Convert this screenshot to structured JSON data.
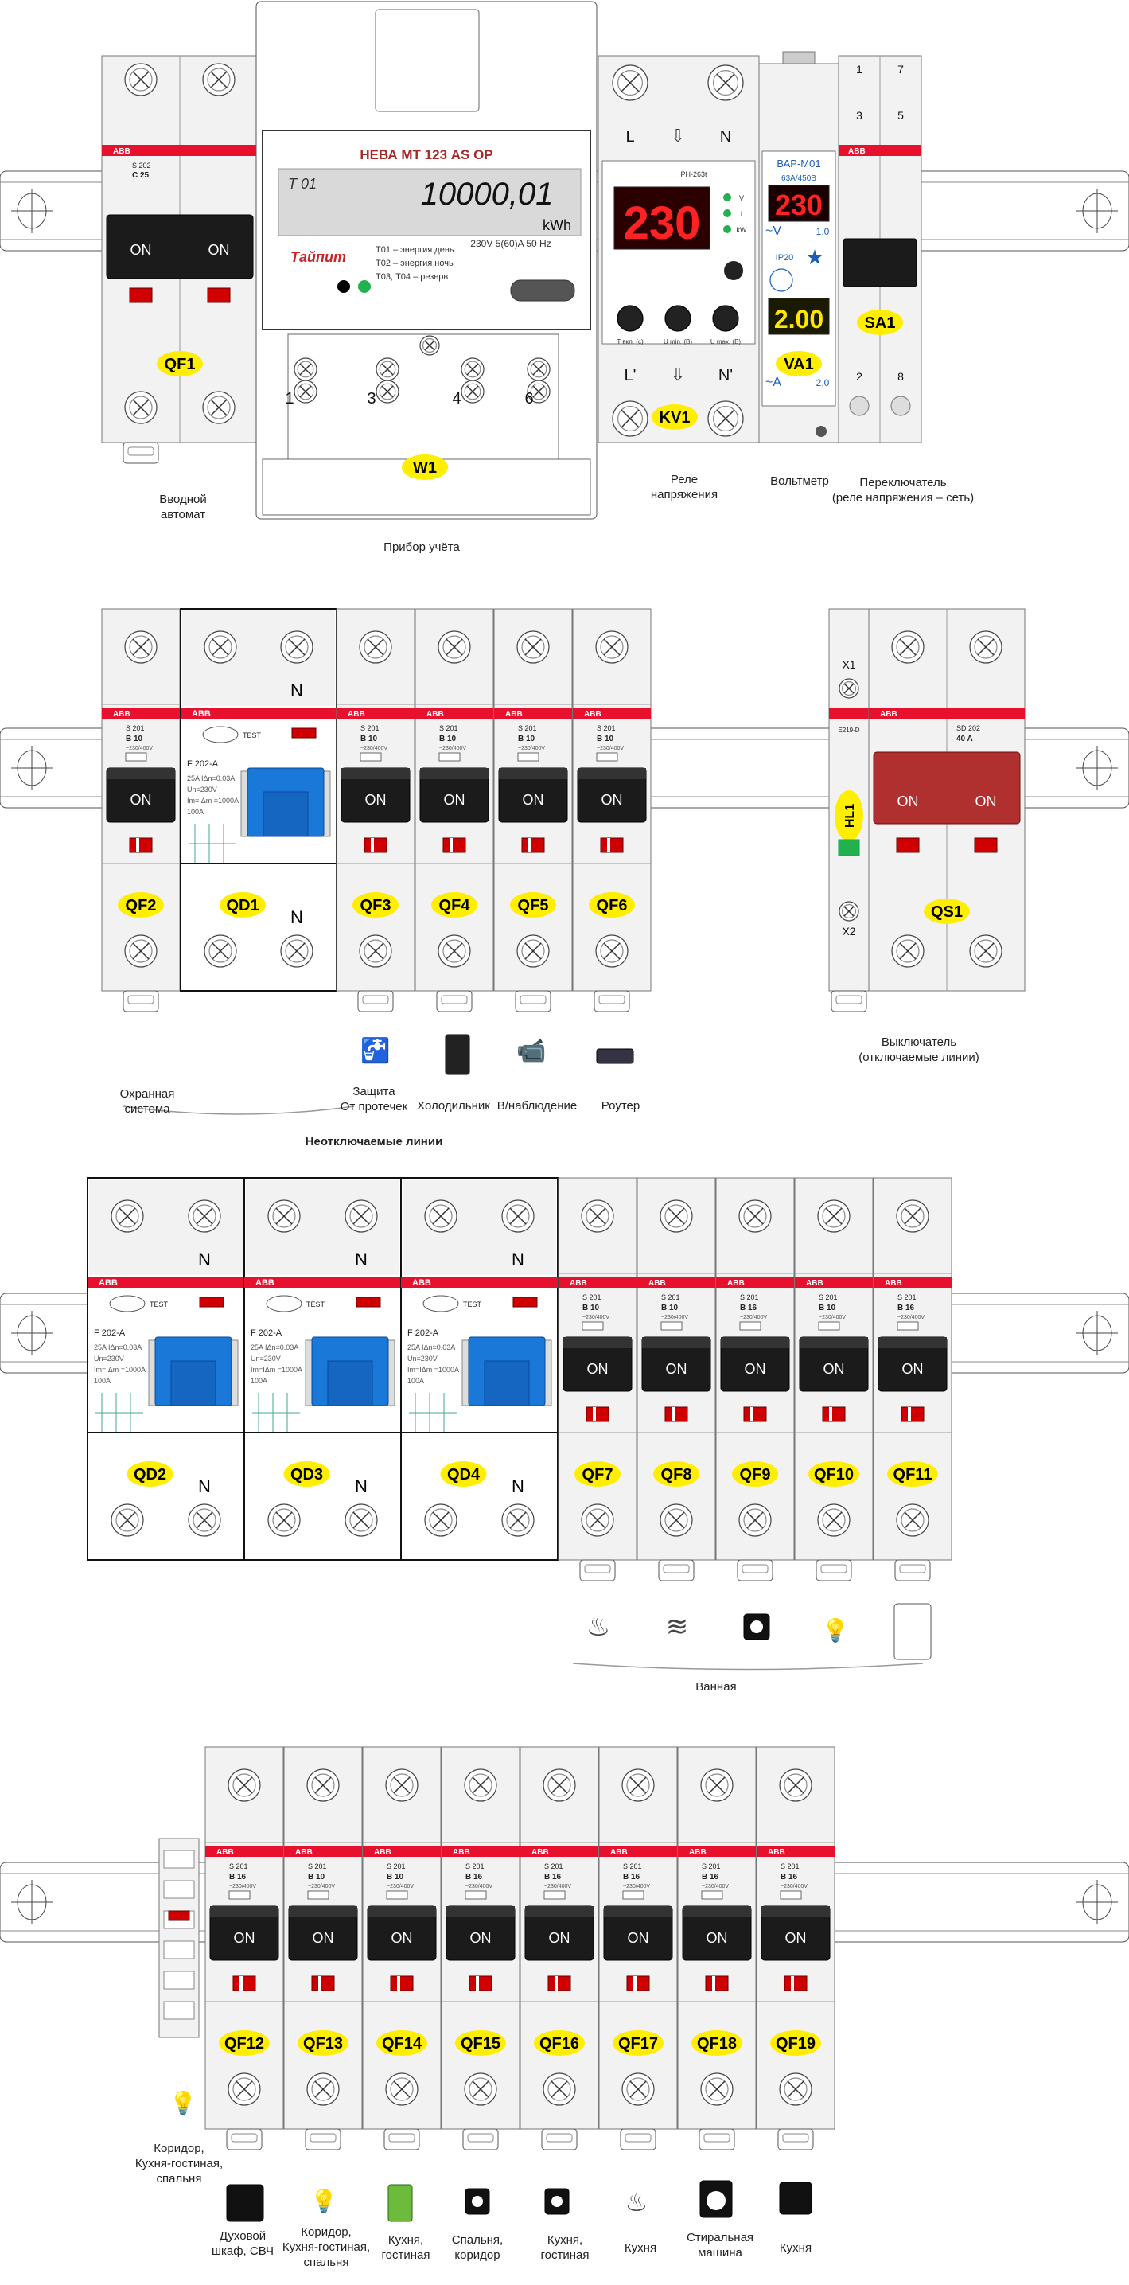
{
  "colors": {
    "abb_red": "#e8112d",
    "tag_yellow": "#ffee00",
    "rcd_blue": "#1a78d8",
    "switch_dark": "#1b1b1b",
    "indicator_red": "#d10000",
    "indicator_green": "#23b14d",
    "meter_lcd": "#d9d9d9",
    "relay_display": "#ff2222",
    "voltmeter_current": "#ffe600",
    "module_gray": "#f2f2f2"
  },
  "labels": {
    "brand": "ABB",
    "on": "ON",
    "test": "TEST",
    "n": "N"
  },
  "row1": {
    "qf1": {
      "tag": "QF1",
      "model": "S 202",
      "rating": "C 25",
      "caption": "Вводной\nавтомат"
    },
    "meter": {
      "tag": "W1",
      "title": "НЕВА МТ 123 AS OP",
      "tariff": "T 01",
      "reading": "10000,01",
      "unit": "kWh",
      "spec": "230V 5(60)A 50 Hz",
      "brand": "Тайпит",
      "legend": [
        "Т01 – энергия день",
        "Т02 – энергия ночь",
        "Т03, Т04 – резерв"
      ],
      "terminals": [
        "1",
        "3",
        "4",
        "6"
      ],
      "caption": "Прибор учёта"
    },
    "relay": {
      "tag": "KV1",
      "model": "РН-263t",
      "top_terms": [
        "L",
        "N"
      ],
      "bottom_terms": [
        "L'",
        "N'"
      ],
      "display": "230",
      "leds": [
        "V",
        "I",
        "kW"
      ],
      "knobs": [
        "T вкл. (с)",
        "U min. (В)",
        "U max. (В)"
      ],
      "caption": "Реле\nнапряжения"
    },
    "voltmeter": {
      "tag": "VA1",
      "model": "ВАР-М01",
      "range": "63А/450В",
      "voltage": "230",
      "current": "2.00",
      "v_unit": "~V",
      "a_unit": "~A",
      "ip": "IP20",
      "v_class": "1,0",
      "a_class": "2,0",
      "caption": "Вольтметр"
    },
    "switch": {
      "tag": "SA1",
      "top_terms": [
        "1",
        "7",
        "3",
        "5"
      ],
      "bottom_terms": [
        "2",
        "8"
      ],
      "caption": "Переключатель\n(реле напряжения – сеть)"
    }
  },
  "row2": {
    "devices": [
      {
        "tag": "QF2",
        "type": "mcb",
        "model": "S 201",
        "rating": "B 10"
      },
      {
        "tag": "QD1",
        "type": "rcd",
        "model": "F 202-A"
      },
      {
        "tag": "QF3",
        "type": "mcb",
        "model": "S 201",
        "rating": "B 10"
      },
      {
        "tag": "QF4",
        "type": "mcb",
        "model": "S 201",
        "rating": "B 10"
      },
      {
        "tag": "QF5",
        "type": "mcb",
        "model": "S 201",
        "rating": "B 10"
      },
      {
        "tag": "QF6",
        "type": "mcb",
        "model": "S 201",
        "rating": "B 10"
      }
    ],
    "rcd_specs": [
      "25A",
      "IΔn=0.03A",
      "Un=230V",
      "Im=IΔm =1000A",
      "100A"
    ],
    "hl1": {
      "tag": "HL1",
      "x1": "X1",
      "x2": "X2",
      "model": "E219-D"
    },
    "qs1": {
      "tag": "QS1",
      "model": "SD 202",
      "rating": "40 A"
    },
    "captions": {
      "qf2": "Охранная\nсистема",
      "qf3": "Защита\nОт протечек",
      "qf4": "Холодильник",
      "qf5": "В/наблюдение",
      "qf6": "Роутер",
      "group": "Неотключаемые линии",
      "qs1": "Выключатель\n(отключаемые линии)"
    }
  },
  "row3": {
    "rcds": [
      "QD2",
      "QD3",
      "QD4"
    ],
    "mcbs": [
      {
        "tag": "QF7",
        "rating": "B 10"
      },
      {
        "tag": "QF8",
        "rating": "B 10"
      },
      {
        "tag": "QF9",
        "rating": "B 16"
      },
      {
        "tag": "QF10",
        "rating": "B 10"
      },
      {
        "tag": "QF11",
        "rating": "B 16"
      }
    ],
    "model": "S 201",
    "caption": "Ванная"
  },
  "row4": {
    "mcbs": [
      {
        "tag": "QF12",
        "rating": "B 16"
      },
      {
        "tag": "QF13",
        "rating": "B 10"
      },
      {
        "tag": "QF14",
        "rating": "B 10"
      },
      {
        "tag": "QF15",
        "rating": "B 16"
      },
      {
        "tag": "QF16",
        "rating": "B 16"
      },
      {
        "tag": "QF17",
        "rating": "B 16"
      },
      {
        "tag": "QF18",
        "rating": "B 16"
      },
      {
        "tag": "QF19",
        "rating": "B 16"
      }
    ],
    "model": "S 201",
    "captions": {
      "lamp": "Коридор,\nКухня-гостиная,\nспальня",
      "qf12": "Духовой\nшкаф, СВЧ",
      "qf13": "Коридор,\nКухня-гостиная,\nспальня",
      "qf14": "Кухня,\nгостиная",
      "qf15": "Спальня,\nкоридор",
      "qf16": "Кухня,\nгостиная",
      "qf17": "Кухня",
      "qf18": "Стиральная\nмашина",
      "qf19": "Кухня"
    }
  }
}
